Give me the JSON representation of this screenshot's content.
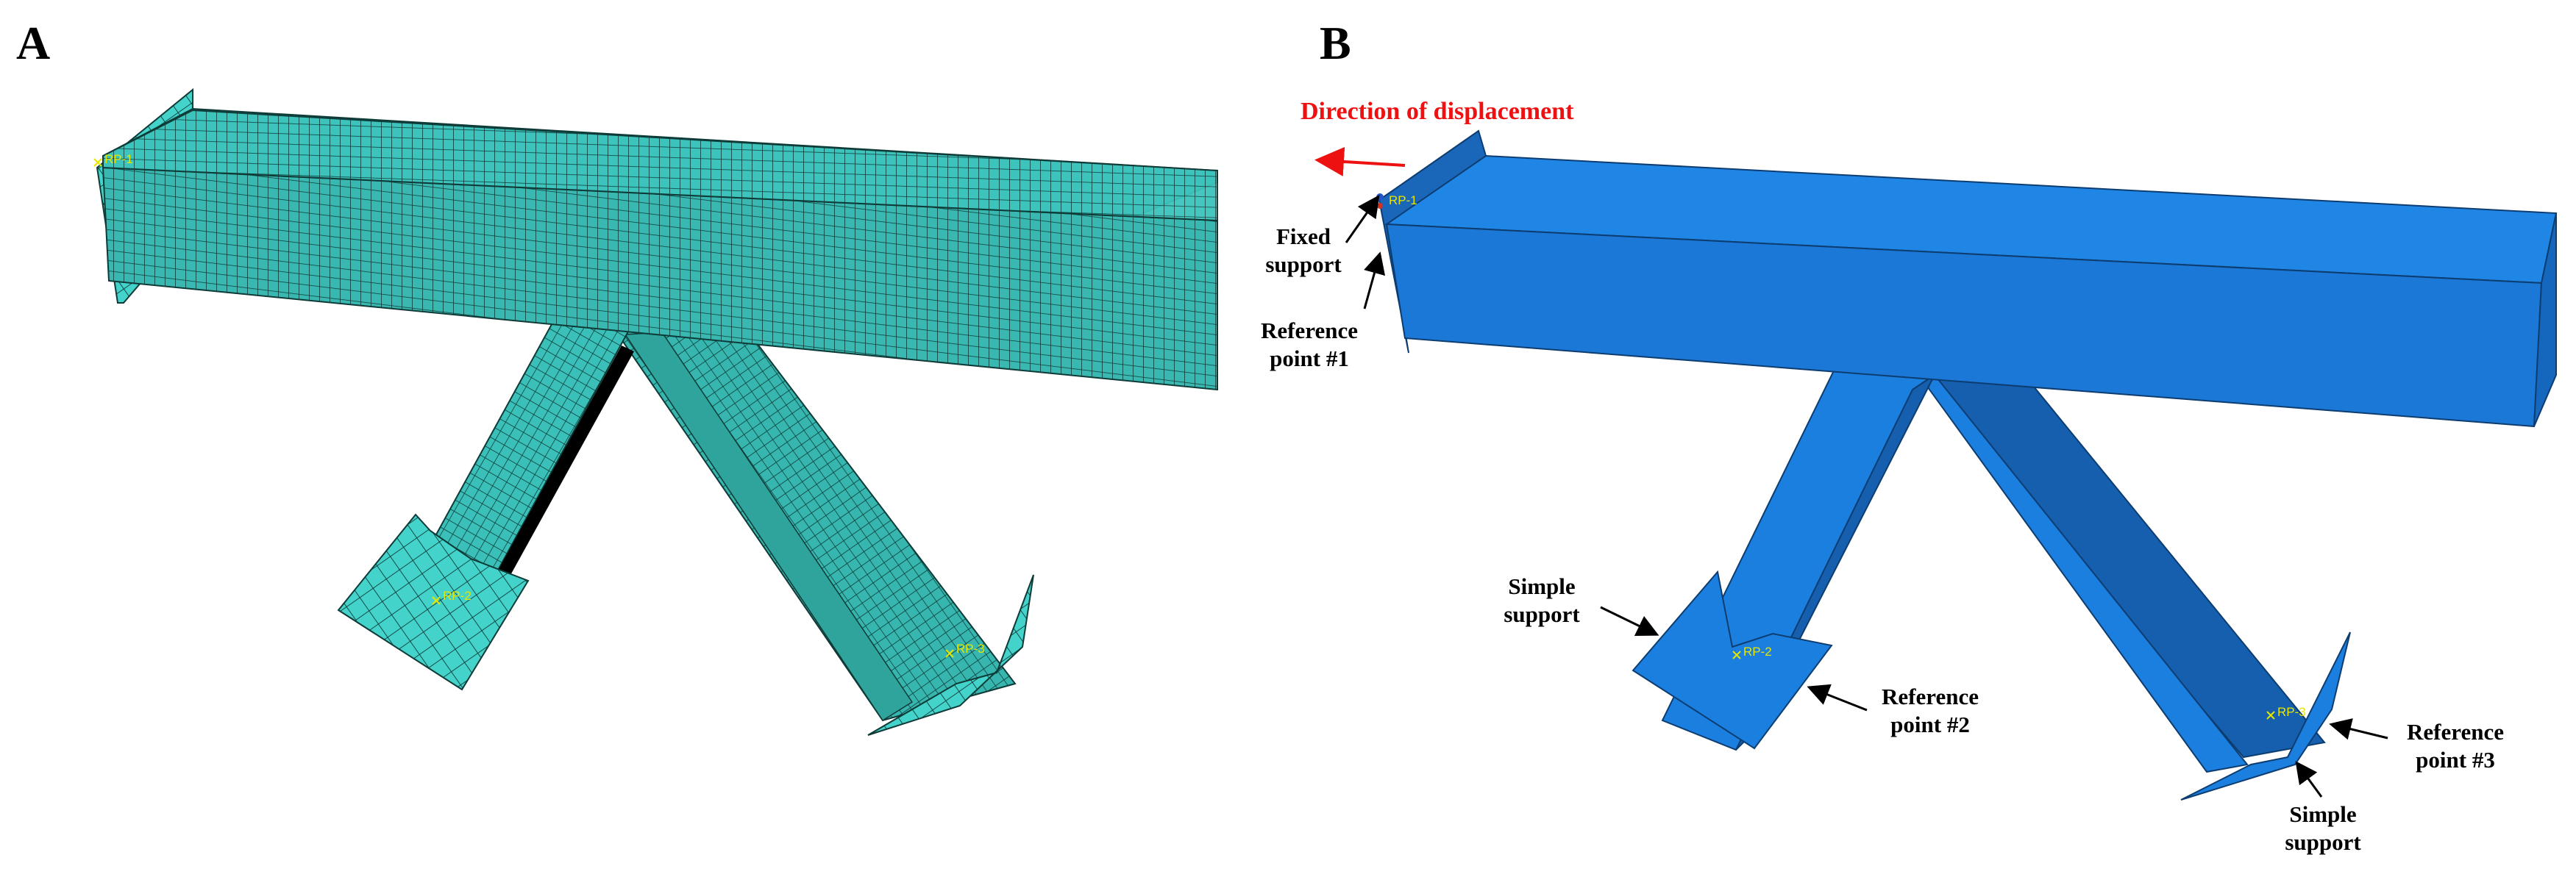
{
  "panels": {
    "a": {
      "letter": "A",
      "mesh_color": "#3cc3bb",
      "mesh_line_color": "#0e3a37"
    },
    "b": {
      "letter": "B",
      "body_color": "#1b7fe0",
      "dark_face_color": "#155fae"
    }
  },
  "reference_points": {
    "a": {
      "rp1": "RP-1",
      "rp2": "RP-2",
      "rp3": "RP-3"
    },
    "b": {
      "rp1": "RP-1",
      "rp2": "RP-2",
      "rp3": "RP-3"
    }
  },
  "annotations": {
    "direction": "Direction of displacement",
    "fixed_support": [
      "Fixed",
      "support"
    ],
    "reference_point_1": [
      "Reference",
      "point #1"
    ],
    "simple_support_left": [
      "Simple",
      "support"
    ],
    "reference_point_2": [
      "Reference",
      "point #2"
    ],
    "reference_point_3": [
      "Reference",
      "point #3"
    ],
    "simple_support_right": [
      "Simple",
      "support"
    ]
  },
  "colors": {
    "direction_text": "#ee1111",
    "arrow": "#000000",
    "rp_marker": "#e6e600"
  }
}
